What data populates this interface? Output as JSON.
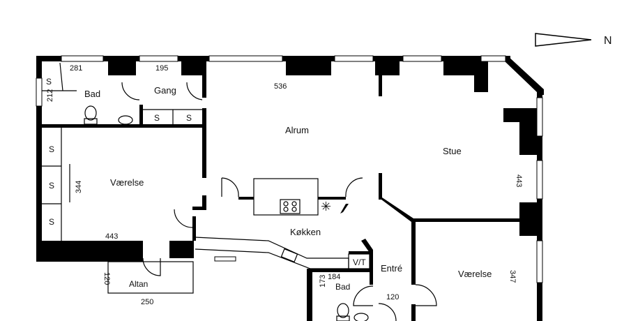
{
  "compass": {
    "label": "N"
  },
  "rooms": {
    "bad1": "Bad",
    "gang": "Gang",
    "alrum": "Alrum",
    "stue": "Stue",
    "vaerelse1": "Værelse",
    "koekken": "Køkken",
    "altan": "Altan",
    "entre": "Entré",
    "vaerelse2": "Værelse",
    "bad2": "Bad"
  },
  "storage": {
    "label": "S",
    "vt": "V/T"
  },
  "dimensions": {
    "d281": "281",
    "d212": "212",
    "d195": "195",
    "d536": "536",
    "d443a": "443",
    "d344": "344",
    "d443b": "443",
    "d120a": "120",
    "d250": "250",
    "d184": "184",
    "d173": "173",
    "d120b": "120",
    "d347": "347"
  }
}
